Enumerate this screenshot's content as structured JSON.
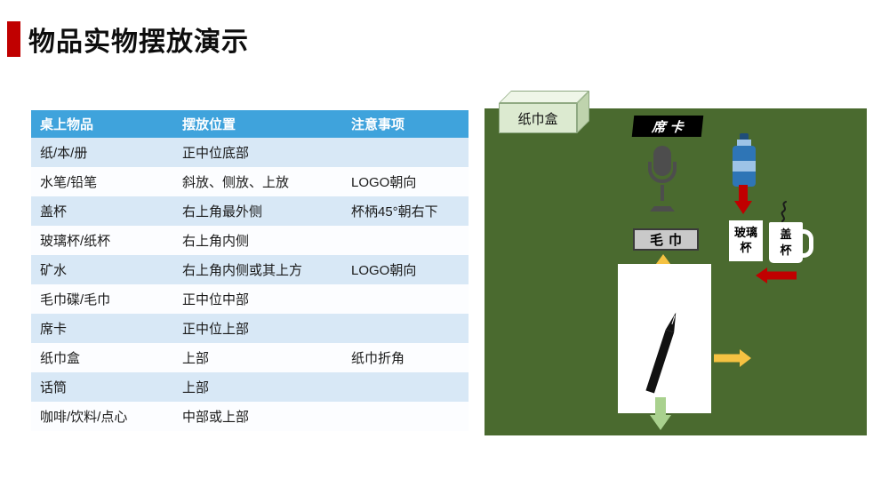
{
  "title": "物品实物摆放演示",
  "table": {
    "headers": [
      "桌上物品",
      "摆放位置",
      "注意事项"
    ],
    "rows": [
      [
        "纸/本/册",
        "正中位底部",
        ""
      ],
      [
        "水笔/铅笔",
        "斜放、侧放、上放",
        "LOGO朝向"
      ],
      [
        "盖杯",
        "右上角最外侧",
        "杯柄45°朝右下"
      ],
      [
        "玻璃杯/纸杯",
        "右上角内侧",
        ""
      ],
      [
        "矿水",
        "右上角内侧或其上方",
        "LOGO朝向"
      ],
      [
        "毛巾碟/毛巾",
        "正中位中部",
        ""
      ],
      [
        "席卡",
        "正中位上部",
        ""
      ],
      [
        "纸巾盒",
        "上部",
        "纸巾折角"
      ],
      [
        "话筒",
        "上部",
        ""
      ],
      [
        "咖啡/饮料/点心",
        "中部或上部",
        ""
      ]
    ]
  },
  "diagram": {
    "tissue_box_label": "纸巾盒",
    "place_card_label": "席卡",
    "towel_label": "毛巾",
    "glass_label": "玻璃杯",
    "lid_cup_label": "盖杯"
  },
  "colors": {
    "accent_red": "#C00000",
    "table_header_blue": "#3FA3DC",
    "table_band_blue": "#D8E8F6",
    "surface_green": "#4A6A2F",
    "arrow_yellow": "#F5C242",
    "arrow_red": "#C00000",
    "arrow_green": "#A9D18E",
    "bottle_blue": "#2E75B6"
  }
}
